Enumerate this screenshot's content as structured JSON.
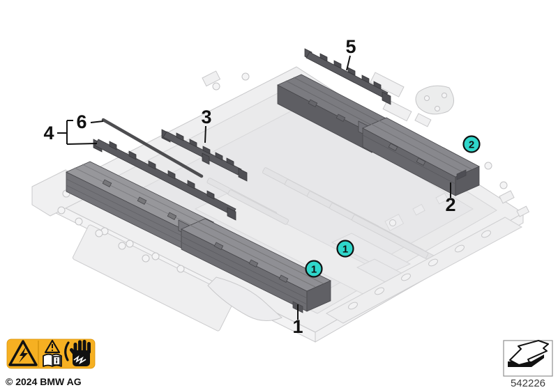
{
  "diagram": {
    "type": "isometric-parts-diagram",
    "callouts": [
      {
        "label": "1"
      },
      {
        "label": "2"
      },
      {
        "label": "3"
      },
      {
        "label": "4"
      },
      {
        "label": "5"
      },
      {
        "label": "6"
      }
    ],
    "badges": [
      {
        "label": "1"
      },
      {
        "label": "1"
      },
      {
        "label": "2"
      }
    ]
  },
  "footer": {
    "copyright": "© 2024 BMW AG",
    "part_number": "542226"
  },
  "colors": {
    "badge_teal": "#2fd6ca",
    "warning_yellow": "#f6b022",
    "module_gray": "#8f8f94",
    "ghost_gray": "#efeff0"
  },
  "icons": {
    "safety_label": [
      "high-voltage-triangle-icon",
      "read-manual-icon",
      "electric-shock-hand-icon"
    ],
    "part_box": "direction-arrow-icon"
  }
}
